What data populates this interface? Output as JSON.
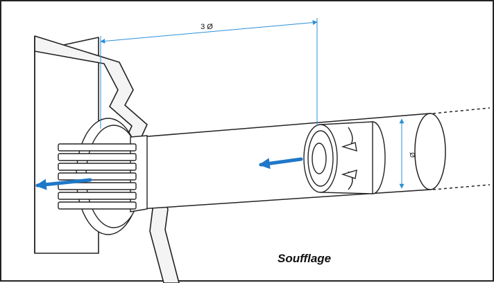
{
  "dimension_top": "3 Ø",
  "dimension_side": "Ø",
  "caption": "Soufflage",
  "colors": {
    "arrow": "#1f78c8",
    "dimension": "#2a8fd6",
    "line": "#222222"
  }
}
